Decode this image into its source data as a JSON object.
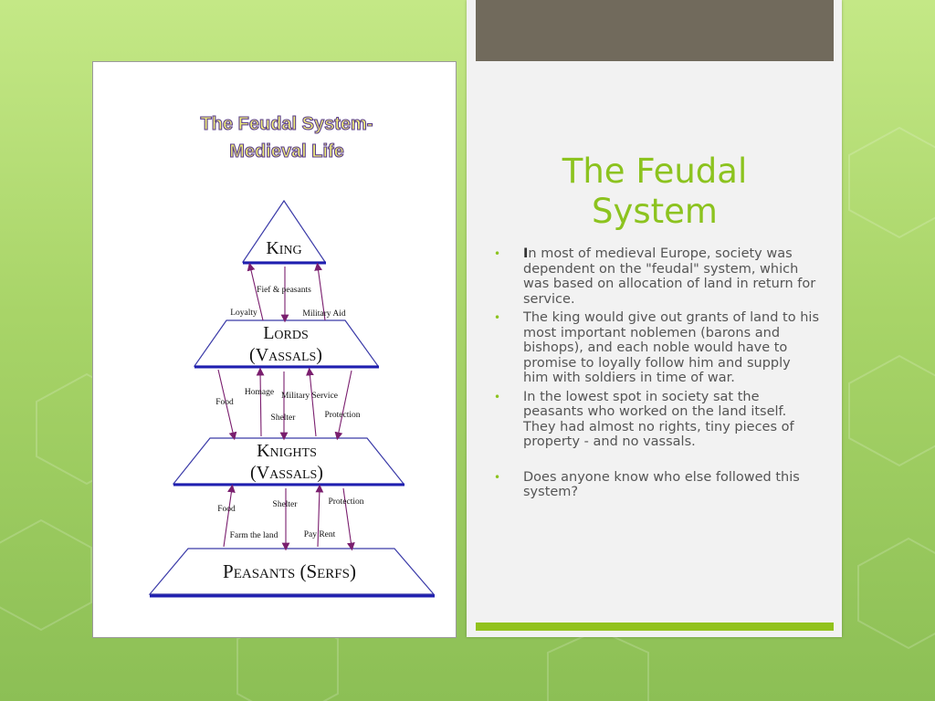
{
  "diagram": {
    "title_line1": "The Feudal System-",
    "title_line2": "Medieval Life",
    "levels": {
      "king": "King",
      "lords_line1": "Lords",
      "lords_line2": "(Vassals)",
      "knights_line1": "Knights",
      "knights_line2": "(Vassals)",
      "peasants": "Peasants (Serfs)"
    },
    "labels": {
      "fief": "Fief & peasants",
      "loyalty": "Loyalty",
      "military_aid": "Military Aid",
      "food1": "Food",
      "homage": "Homage",
      "military_service": "Military Service",
      "shelter1": "Shelter",
      "protection1": "Protection",
      "food2": "Food",
      "shelter2": "Shelter",
      "protection2": "Protection",
      "farm": "Farm the land",
      "pay_rent": "Pay Rent"
    },
    "colors": {
      "title_fill": "#f2f07a",
      "title_stroke": "#5a3d8a",
      "outline": "#3a3aa8",
      "base_bar": "#1f1fb0",
      "arrow": "#7a1e6e"
    }
  },
  "slide": {
    "title_line1": "The Feudal",
    "title_line2": "System",
    "bullets": {
      "b1_first": "I",
      "b1_rest": "n most of medieval Europe, society was dependent on the \"feudal\" system, which was based on allocation of land in return for service.",
      "b2": "The king would give out grants of land to his most important noblemen (barons and bishops), and each noble would have to promise to loyally follow him and supply him with soldiers in time of war.",
      "b3": "In the lowest spot in society sat the peasants who worked on the land itself. They had almost no rights, tiny pieces of property - and no vassals.",
      "b4": "Does anyone know who else followed this system?"
    },
    "colors": {
      "title": "#8cc31f",
      "body_text": "#555555",
      "top_band": "#716a5c",
      "bottom_band": "#92c21c"
    }
  }
}
